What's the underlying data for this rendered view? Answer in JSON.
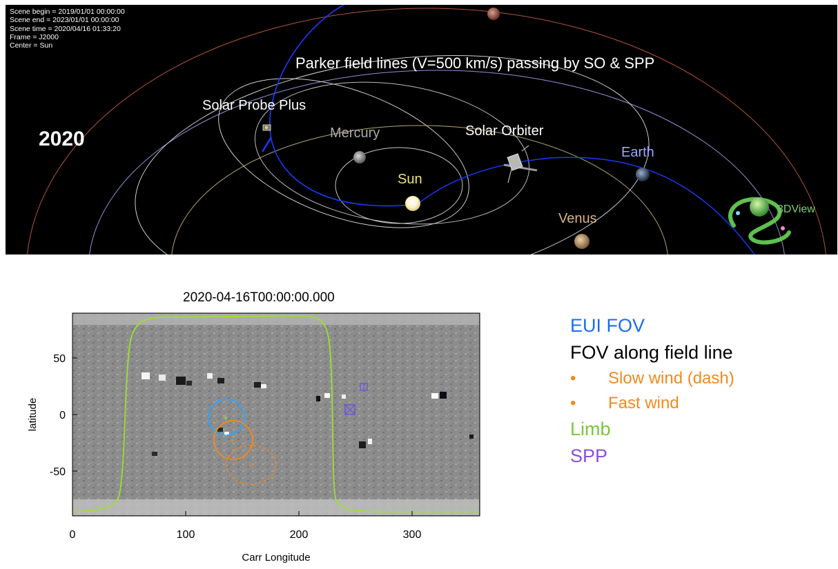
{
  "scene": {
    "info_lines": [
      "Scene begin = 2019/01/01 00:00:00",
      "Scene end = 2023/01/01 00:00:00",
      "Scene time = 2020/04/16 01:33:20",
      "Frame = J2000",
      "Center = Sun"
    ],
    "year": "2020",
    "title": "Parker field lines (V=500 km/s) passing by SO & SPP",
    "bodies": {
      "solar_probe_plus": "Solar Probe Plus",
      "mercury": "Mercury",
      "solar_orbiter": "Solar Orbiter",
      "earth": "Earth",
      "sun": "Sun",
      "venus": "Venus"
    },
    "logo": "3DView",
    "colors": {
      "background": "#000000",
      "orbit": "#c8c8c8",
      "field_line": "#1a3bff",
      "earth_orbit": "#8f95d8",
      "mars_orbit": "#b4553a",
      "venus_orbit": "#b9a676"
    }
  },
  "map": {
    "title": "2020-04-16T00:00:00.000",
    "xlabel": "Carr Longitude",
    "ylabel": "latitude",
    "x_ticks": [
      "0",
      "100",
      "200",
      "300"
    ],
    "y_ticks": [
      "50",
      "0",
      "-50"
    ]
  },
  "legend": {
    "eui_fov": "EUI FOV",
    "fov_field_line": "FOV along field line",
    "bullet": "•",
    "slow_wind": "Slow wind (dash)",
    "fast_wind": "Fast wind",
    "limb": "Limb",
    "spp": "SPP",
    "colors": {
      "eui": "#1a6cf0",
      "fov": "#000000",
      "wind": "#f28a1c",
      "limb": "#7bc63a",
      "spp": "#8a4fe0"
    }
  }
}
